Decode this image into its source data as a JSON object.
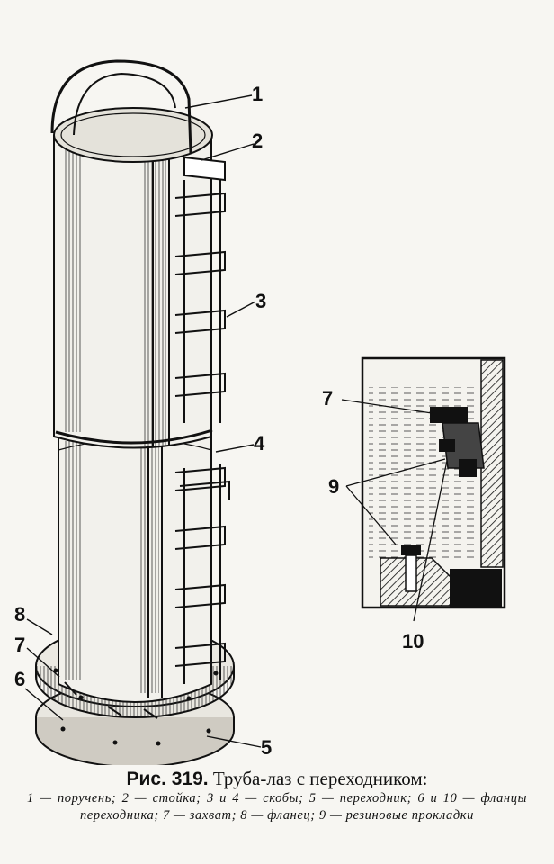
{
  "callouts": {
    "main": [
      "1",
      "2",
      "3",
      "4",
      "5",
      "8",
      "7",
      "6"
    ],
    "inset": [
      "7",
      "9",
      "10"
    ]
  },
  "caption": {
    "label": "Рис. 319.",
    "title": "Труба-лаз с переходником:",
    "legend": "1 — поручень; 2 — стойка; 3 и 4 — скобы; 5 — переходник; 6 и 10 — фланцы переходника; 7 — захват; 8 — фланец; 9 — резиновые прокладки"
  },
  "colors": {
    "ink": "#111111",
    "paper": "#f7f6f2"
  }
}
